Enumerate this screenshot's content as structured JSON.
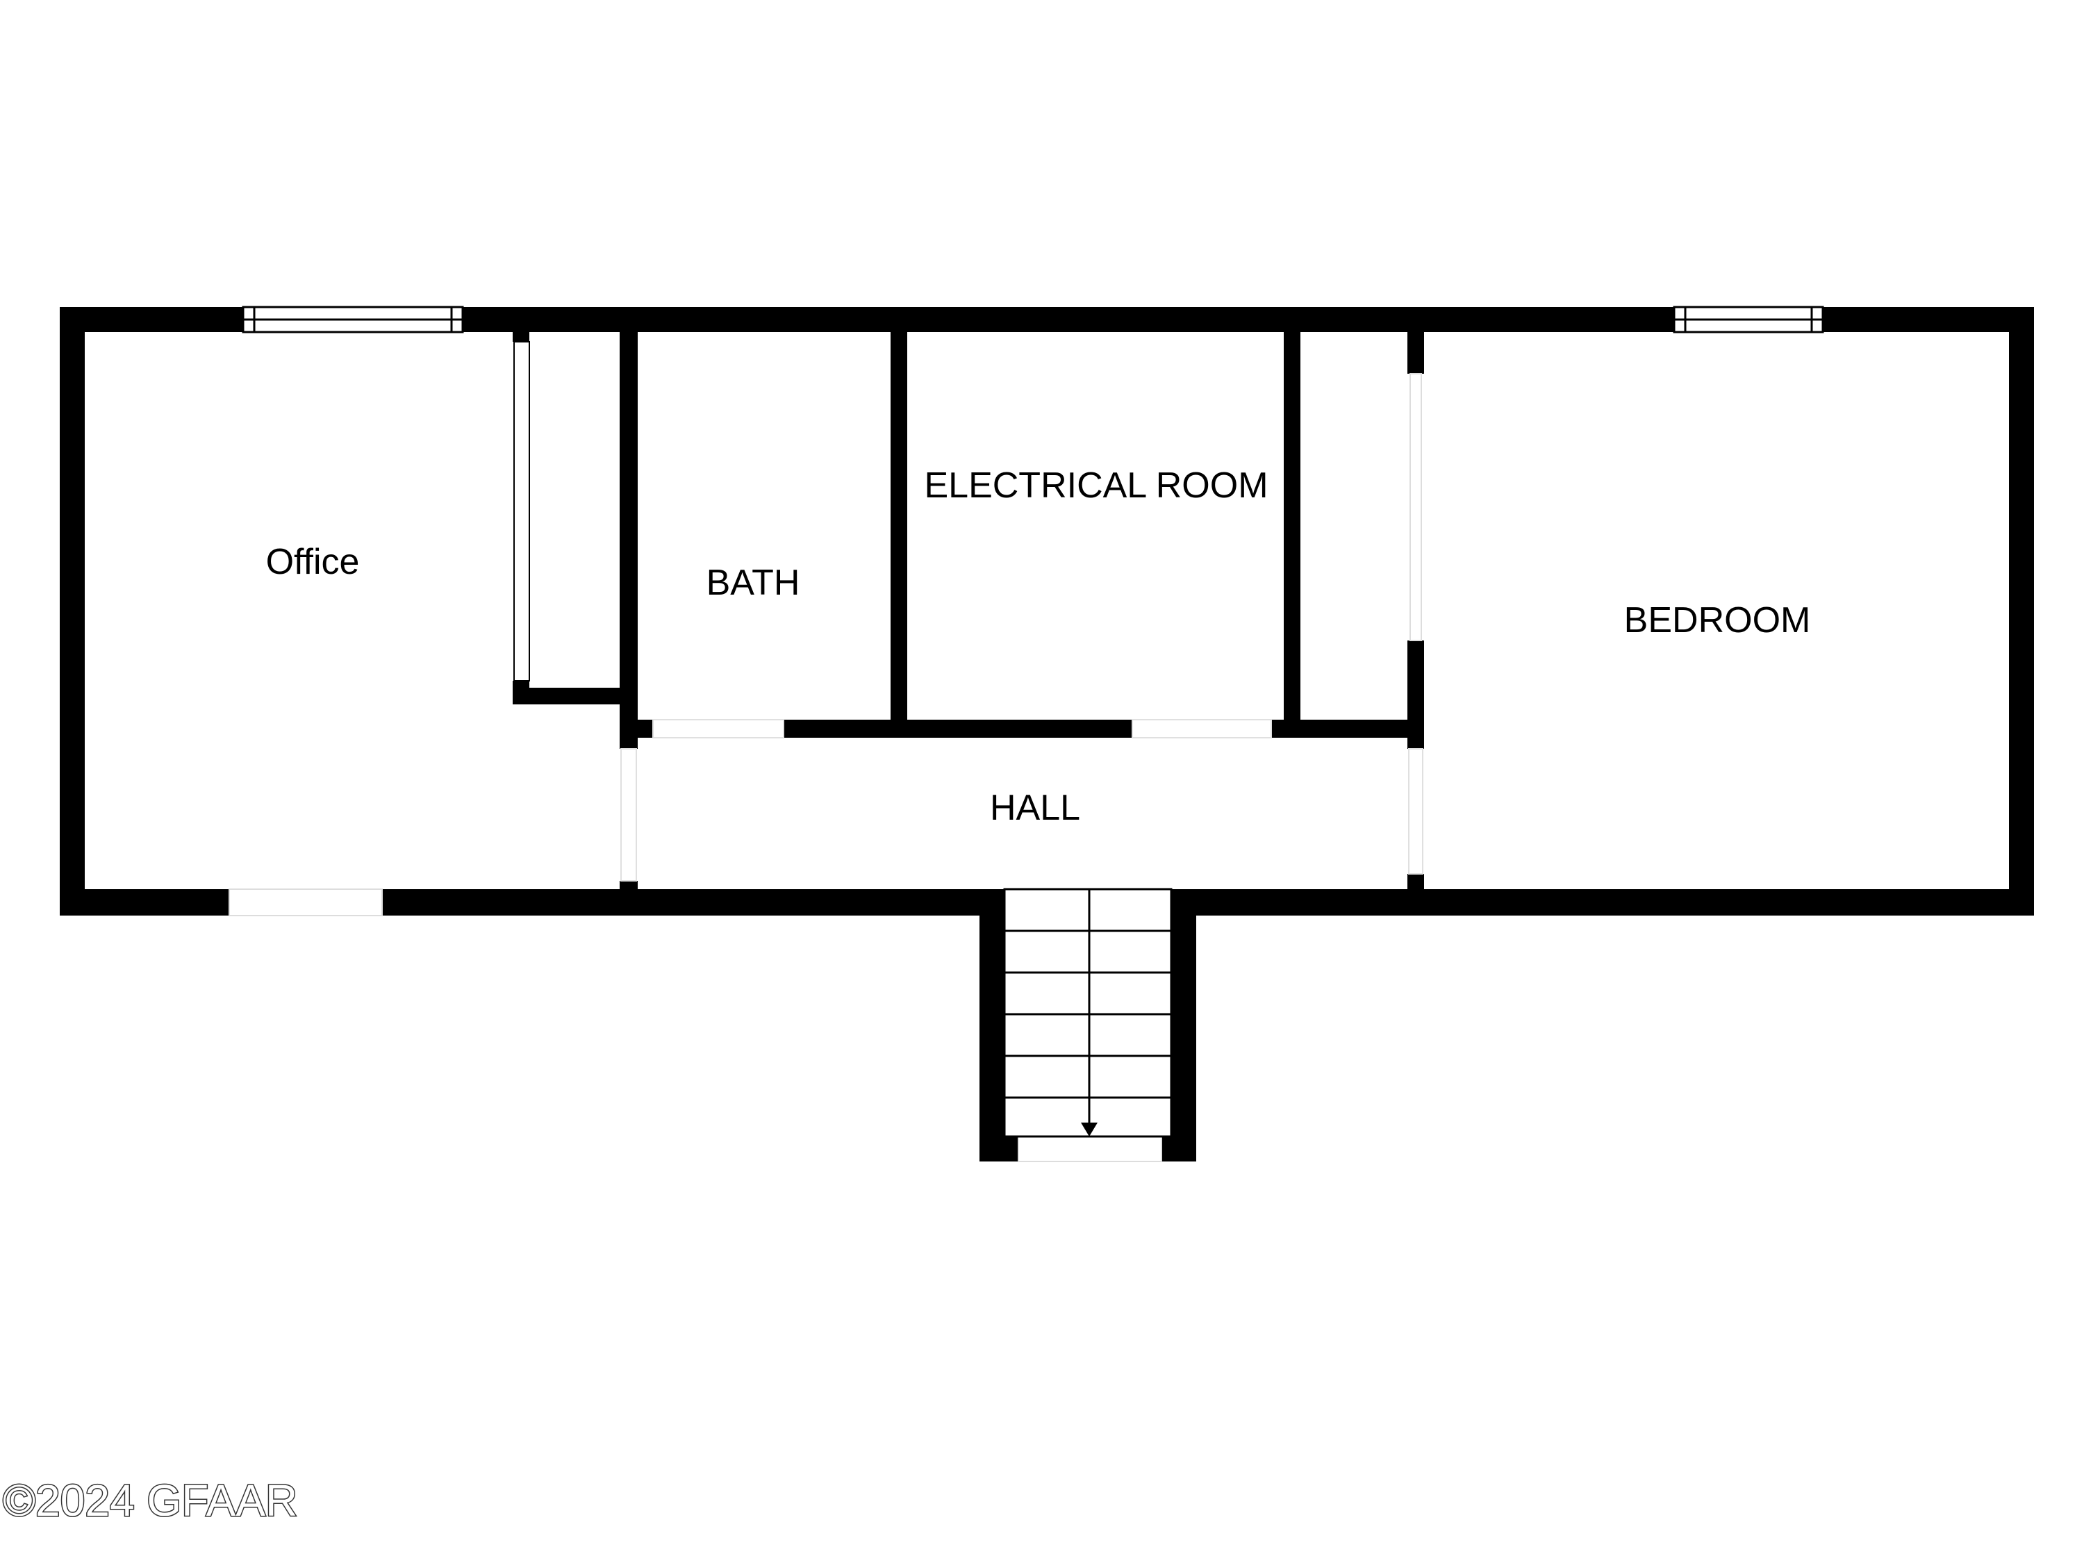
{
  "rooms": {
    "office": "Office",
    "bath": "BATH",
    "electrical": "ELECTRICAL ROOM",
    "bedroom": "BEDROOM",
    "hall": "HALL"
  },
  "watermark": "©2024 GFAAR",
  "colors": {
    "wall": "#000000",
    "background": "#ffffff"
  }
}
